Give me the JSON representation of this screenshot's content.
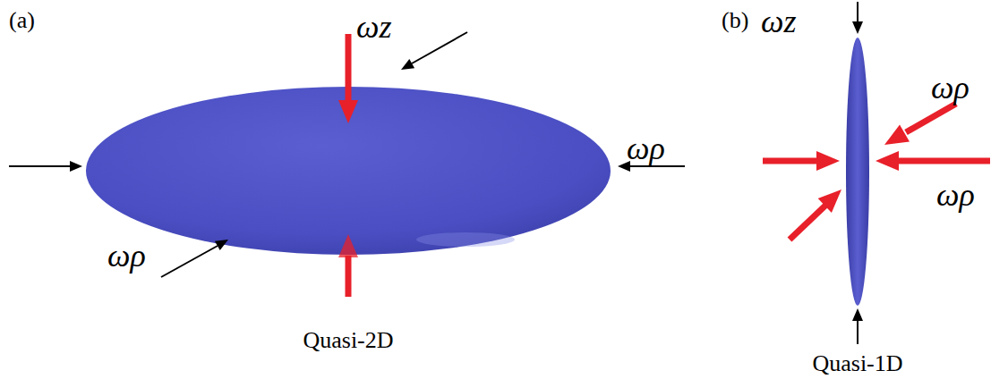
{
  "diagram": {
    "labels": [
      "(a)",
      "ωz",
      "ωρ",
      "ωρ",
      "Quasi-2D",
      "(b)",
      "ωz",
      "ωρ",
      "ωρ",
      "Quasi-1D"
    ]
  }
}
